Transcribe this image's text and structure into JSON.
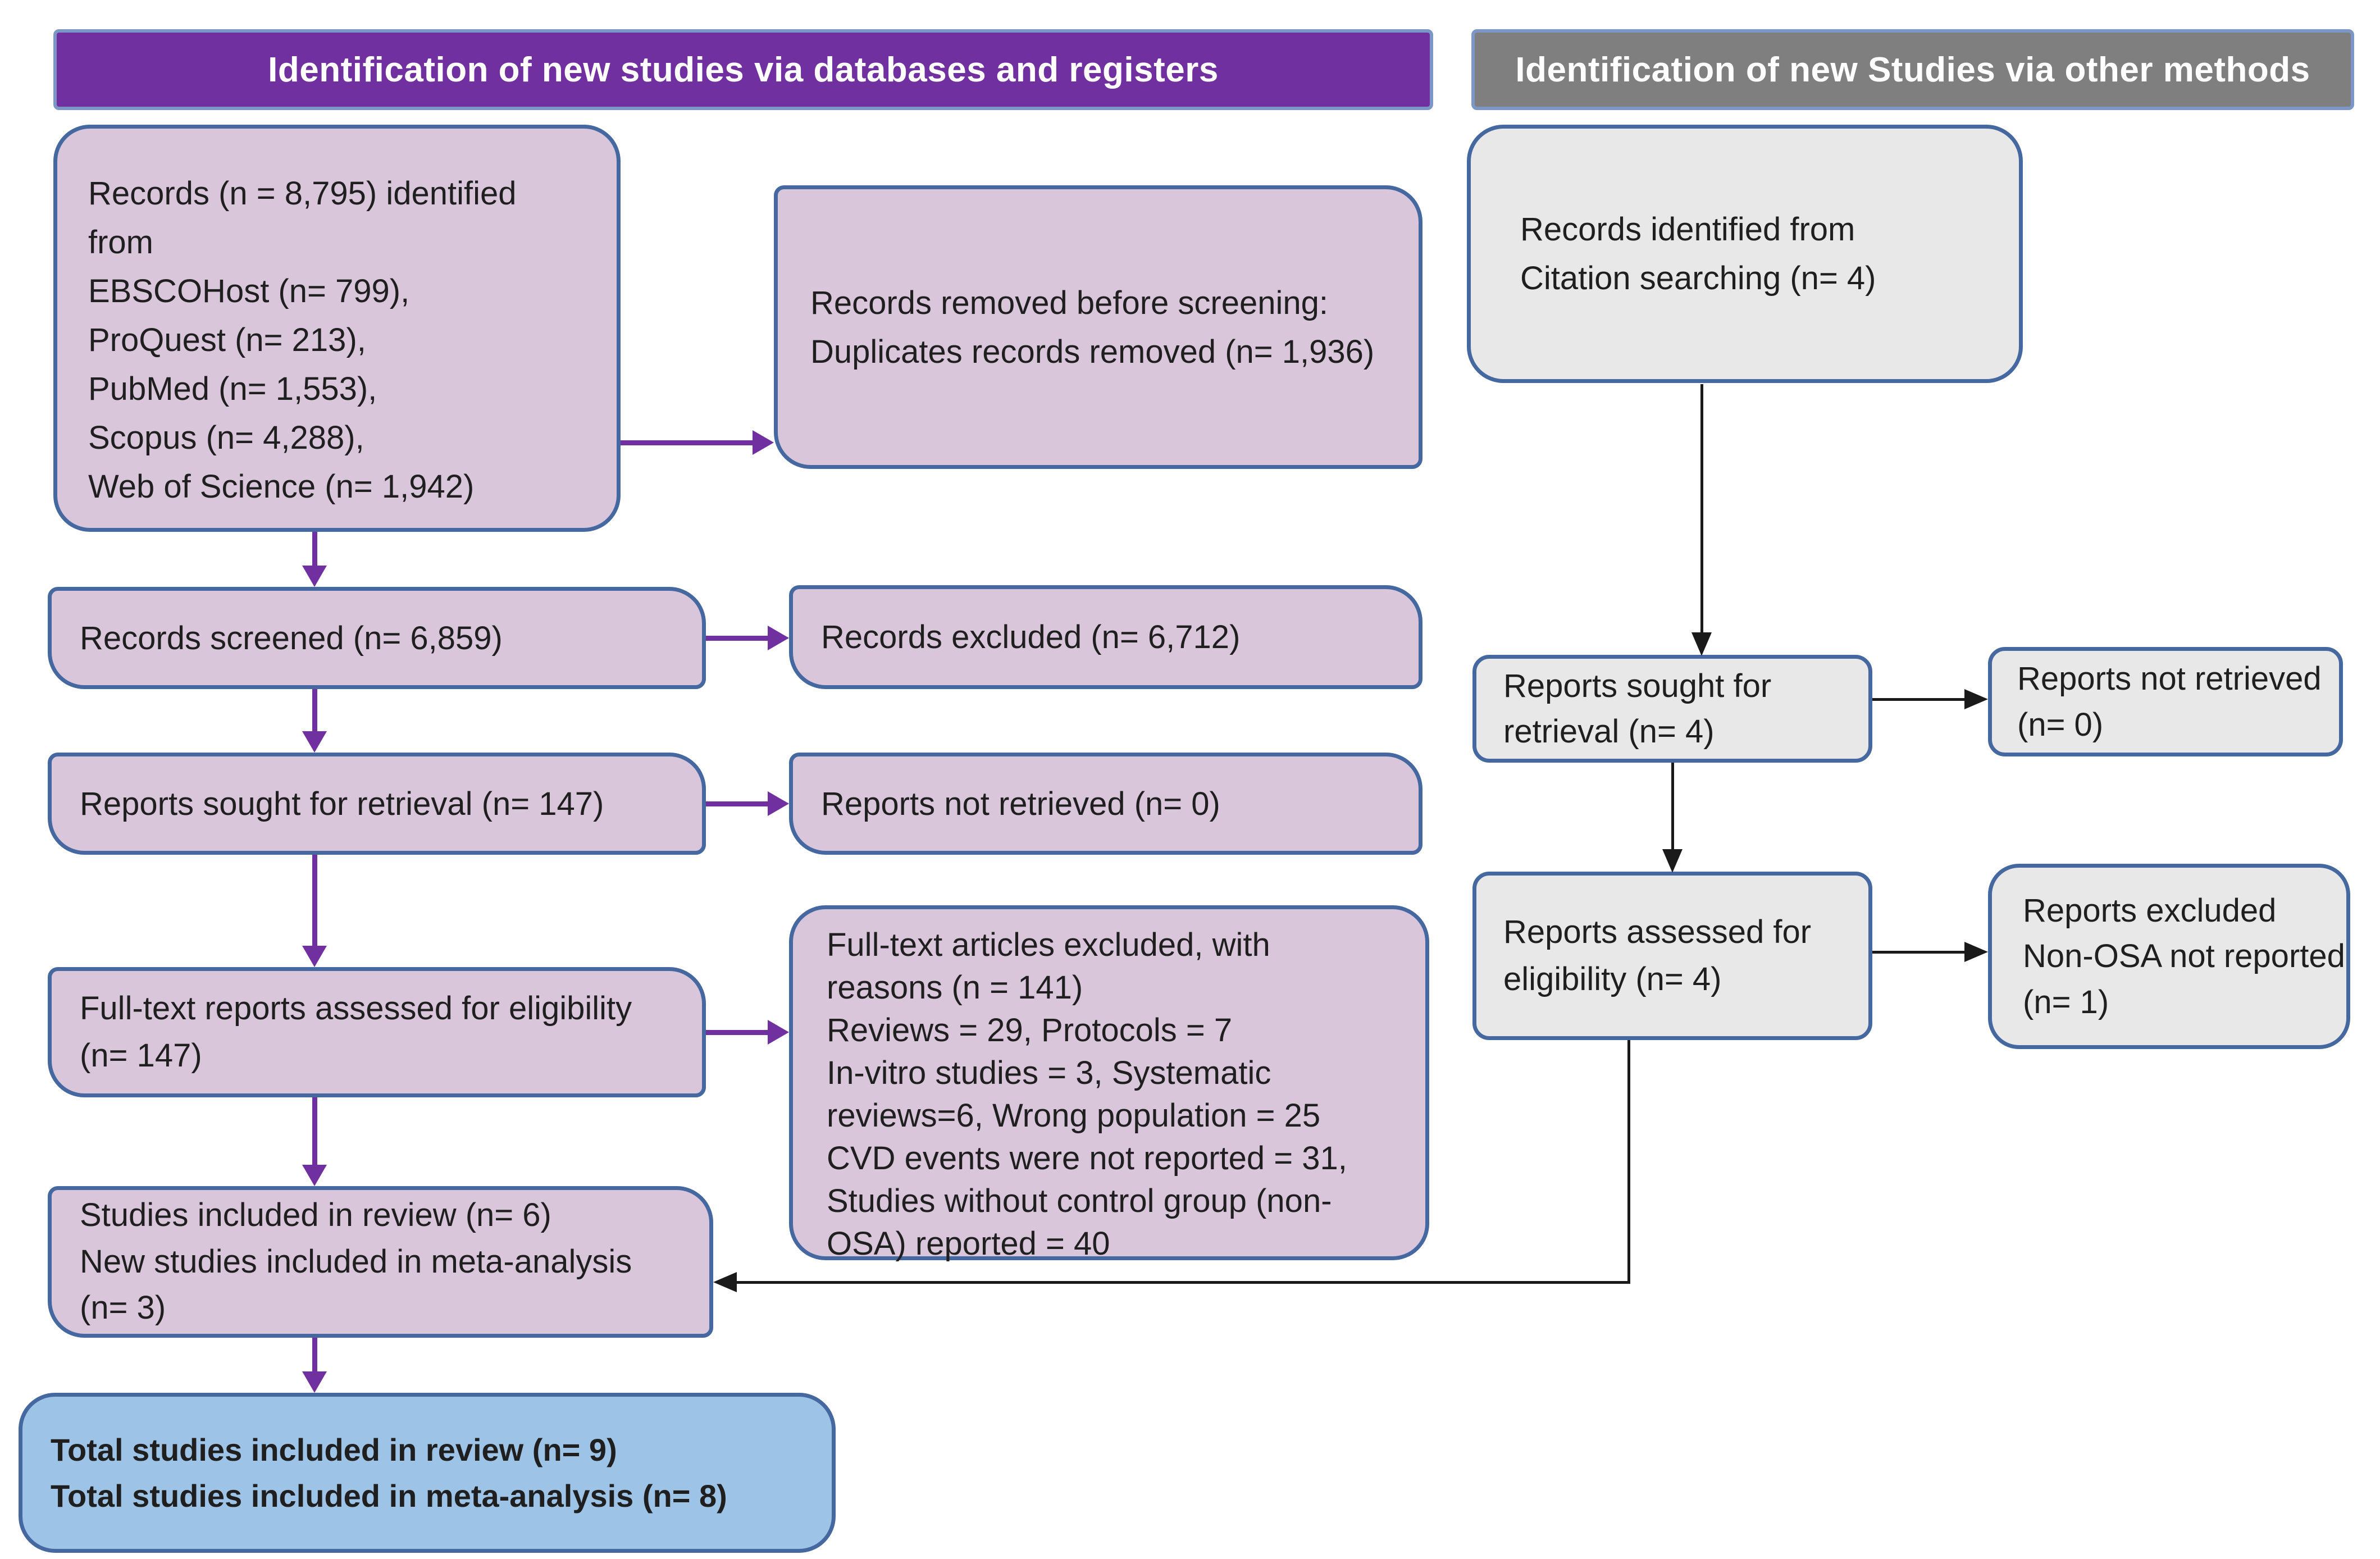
{
  "colors": {
    "purple_banner": "#7030A0",
    "gray_banner": "#7F7F7F",
    "pink_box_fill": "#DAC6DB",
    "gray_box_fill": "#E9E8E8",
    "blue_box_fill": "#9DC3E6",
    "box_border": "#44689F",
    "purple_arrow": "#7030A0",
    "black_arrow": "#1A1A1A"
  },
  "headers": {
    "left": "Identification of new studies via databases and registers",
    "right": "Identification of new Studies via other methods"
  },
  "database_flow": {
    "records_identified": {
      "lines": [
        "Records (n = 8,795) identified",
        "from",
        "EBSCOHost (n= 799),",
        "ProQuest (n= 213),",
        "PubMed (n= 1,553),",
        "Scopus (n= 4,288),",
        "Web of Science (n= 1,942)"
      ]
    },
    "records_removed": {
      "lines": [
        "Records removed before screening:",
        "Duplicates records removed (n= 1,936)"
      ]
    },
    "records_screened": {
      "label": "Records screened (n= 6,859)"
    },
    "records_excluded": {
      "label": "Records excluded (n= 6,712)"
    },
    "reports_sought": {
      "label": "Reports sought for retrieval (n= 147)"
    },
    "reports_not_retrieved": {
      "label": "Reports not retrieved (n= 0)"
    },
    "fulltext_assessed": {
      "lines": [
        "Full-text reports assessed for eligibility",
        "(n= 147)"
      ]
    },
    "fulltext_excluded": {
      "lines": [
        "Full-text articles excluded, with",
        "reasons (n = 141)",
        "Reviews = 29, Protocols = 7",
        "In-vitro studies = 3, Systematic",
        "reviews=6, Wrong population = 25",
        "CVD events were not reported = 31,",
        "Studies without control group (non-",
        "OSA) reported = 40"
      ]
    },
    "studies_included": {
      "lines": [
        "Studies included in review (n= 6)",
        "New studies included in meta-analysis",
        "(n= 3)"
      ]
    }
  },
  "other_methods_flow": {
    "citation_records": {
      "lines": [
        "Records identified from",
        "Citation searching (n= 4)"
      ]
    },
    "reports_sought": {
      "lines": [
        "Reports sought for",
        "retrieval (n= 4)"
      ]
    },
    "reports_not_retrieved": {
      "lines": [
        "Reports not retrieved",
        "(n= 0)"
      ]
    },
    "reports_assessed": {
      "lines": [
        "Reports assessed for",
        "eligibility (n= 4)"
      ]
    },
    "reports_excluded": {
      "lines": [
        "Reports excluded",
        "Non-OSA not reported",
        "(n= 1)"
      ]
    }
  },
  "totals": {
    "lines": [
      "Total studies included in review (n= 9)",
      "Total studies included in meta-analysis (n= 8)"
    ]
  }
}
